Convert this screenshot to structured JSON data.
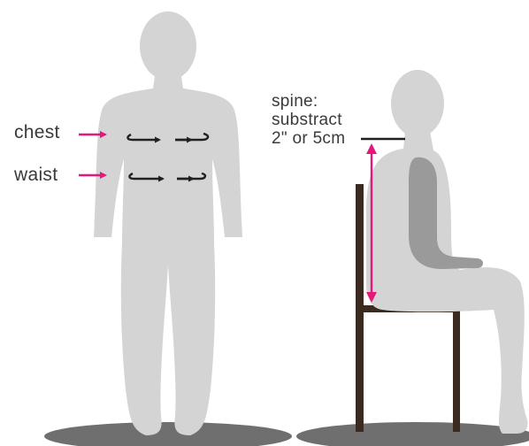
{
  "labels": {
    "chest": "chest",
    "waist": "waist",
    "spine_line1": "spine:",
    "spine_line2": "substract",
    "spine_line3": "2\" or 5cm"
  },
  "colors": {
    "figure": "#d4d4d4",
    "figure_shade": "#9a9a9a",
    "shadow": "#6f6f6f",
    "accent_arrow": "#e2197a",
    "tape": "#231f20",
    "chair": "#3b2a1f",
    "text": "#3a3a3a"
  }
}
